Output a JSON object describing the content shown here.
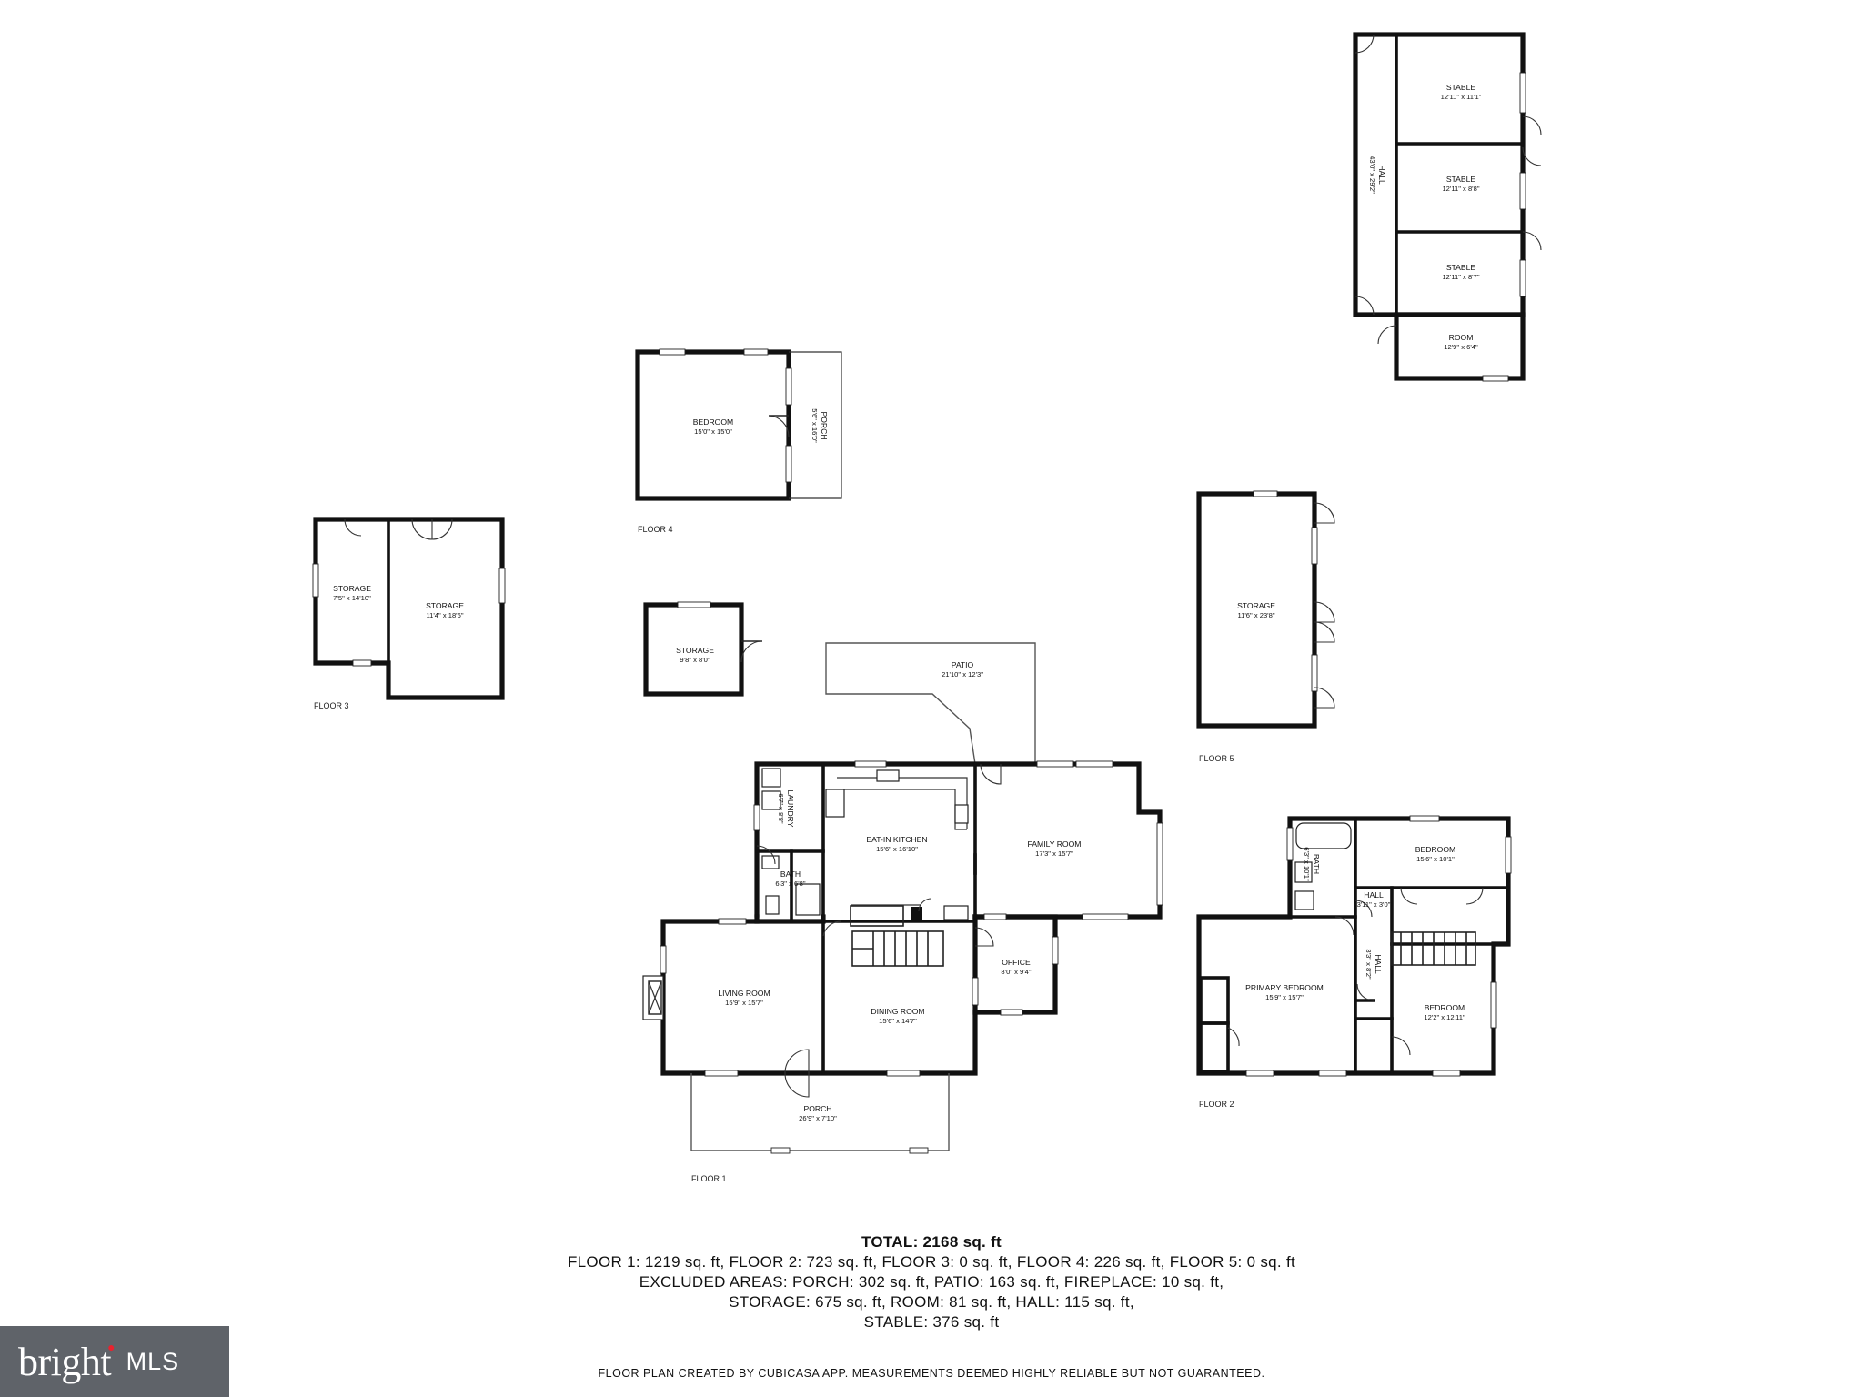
{
  "rooms": {
    "stable1": {
      "name": "STABLE",
      "dim": "12'11\" x 11'1\""
    },
    "stable2": {
      "name": "STABLE",
      "dim": "12'11\" x 8'8\""
    },
    "stable3": {
      "name": "STABLE",
      "dim": "12'11\" x 8'7\""
    },
    "barn_hall": {
      "name": "HALL",
      "dim": "43'0\" x 29'2\""
    },
    "barn_room": {
      "name": "ROOM",
      "dim": "12'9\" x 6'4\""
    },
    "f4_bedroom": {
      "name": "BEDROOM",
      "dim": "15'0\" x 15'0\""
    },
    "f4_porch": {
      "name": "PORCH",
      "dim": "5'6\" x 16'0\""
    },
    "f3_storage_a": {
      "name": "STORAGE",
      "dim": "7'5\" x 14'10\""
    },
    "f3_storage_b": {
      "name": "STORAGE",
      "dim": "11'4\" x 18'6\""
    },
    "shed_storage": {
      "name": "STORAGE",
      "dim": "9'8\" x 8'0\""
    },
    "f5_storage": {
      "name": "STORAGE",
      "dim": "11'6\" x 23'8\""
    },
    "patio": {
      "name": "PATIO",
      "dim": "21'10\" x 12'3\""
    },
    "laundry": {
      "name": "LAUNDRY",
      "dim": "6'7\" x 8'8\""
    },
    "kitchen": {
      "name": "EAT-IN KITCHEN",
      "dim": "15'6\" x 16'10\""
    },
    "family": {
      "name": "FAMILY ROOM",
      "dim": "17'3\" x 15'7\""
    },
    "bath1": {
      "name": "BATH",
      "dim": "6'3\" x 6'8\""
    },
    "office": {
      "name": "OFFICE",
      "dim": "8'0\" x 9'4\""
    },
    "living": {
      "name": "LIVING ROOM",
      "dim": "15'9\" x 15'7\""
    },
    "dining": {
      "name": "DINING ROOM",
      "dim": "15'6\" x 14'7\""
    },
    "porch1": {
      "name": "PORCH",
      "dim": "26'9\" x 7'10\""
    },
    "f2_bedroom_a": {
      "name": "BEDROOM",
      "dim": "15'6\" x 10'1\""
    },
    "bath2": {
      "name": "BATH",
      "dim": "6'3\" x 10'1\""
    },
    "hall_a": {
      "name": "HALL",
      "dim": "3'11\" x 3'0\""
    },
    "hall_b": {
      "name": "HALL",
      "dim": "3'3\" x 8'2\""
    },
    "primary": {
      "name": "PRIMARY BEDROOM",
      "dim": "15'9\" x 15'7\""
    },
    "f2_bedroom_b": {
      "name": "BEDROOM",
      "dim": "12'2\" x 12'11\""
    }
  },
  "floors": {
    "floor1": "FLOOR 1",
    "floor2": "FLOOR 2",
    "floor3": "FLOOR 3",
    "floor4": "FLOOR 4",
    "floor5": "FLOOR 5"
  },
  "summary": {
    "total": "TOTAL: 2168 sq. ft",
    "floors_line": "FLOOR 1: 1219 sq. ft, FLOOR 2: 723 sq. ft, FLOOR 3: 0 sq. ft, FLOOR 4: 226 sq. ft, FLOOR 5: 0 sq. ft",
    "excluded_line1": "EXCLUDED AREAS: PORCH: 302 sq. ft, PATIO: 163 sq. ft, FIREPLACE: 10 sq. ft,",
    "excluded_line2": "STORAGE: 675 sq. ft, ROOM: 81 sq. ft, HALL: 115 sq. ft,",
    "excluded_line3": "STABLE: 376 sq. ft"
  },
  "disclaimer": "FLOOR PLAN CREATED BY CUBICASA APP. MEASUREMENTS DEEMED HIGHLY RELIABLE BUT NOT GUARANTEED.",
  "brand": {
    "word": "bright",
    "suffix": "MLS",
    "accent": "#e8222e",
    "bg": "#5f6369"
  }
}
